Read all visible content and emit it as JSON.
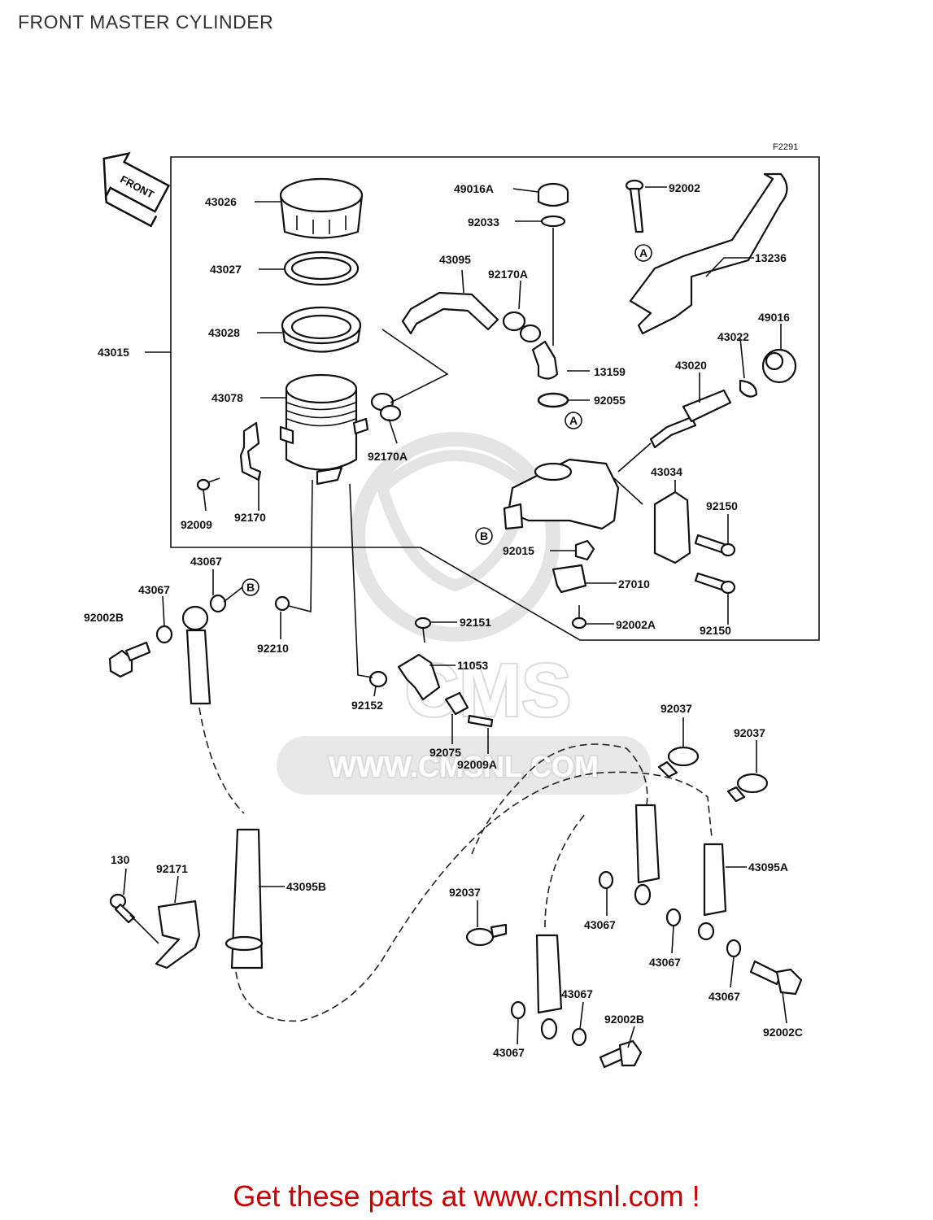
{
  "title": "FRONT MASTER CYLINDER",
  "figure_code": "F2291",
  "front_label": "FRONT",
  "watermark": {
    "brand": "CMS",
    "url": "WWW.CMSNL.COM"
  },
  "footer": {
    "text": "Get these parts at www.cmsnl.com !",
    "color": "#cc0000"
  },
  "callout_markers": {
    "a": "A",
    "b": "B"
  },
  "parts": {
    "p43026": "43026",
    "p43027": "43027",
    "p43028": "43028",
    "p43015": "43015",
    "p43078": "43078",
    "p92009": "92009",
    "p92170": "92170",
    "p43095": "43095",
    "p92170a_upper": "92170A",
    "p92170a_lower": "92170A",
    "p49016a": "49016A",
    "p92033": "92033",
    "p13159": "13159",
    "p92055": "92055",
    "p92002": "92002",
    "p13236": "13236",
    "p49016": "49016",
    "p43022": "43022",
    "p43020": "43020",
    "p43034": "43034",
    "p92150_upper": "92150",
    "p92150_lower": "92150",
    "p92015": "92015",
    "p27010": "27010",
    "p92002a": "92002A",
    "p43067_top": "43067",
    "p43067_left": "43067",
    "p92002b_left": "92002B",
    "p92210": "92210",
    "p92151": "92151",
    "p11053": "11053",
    "p92152": "92152",
    "p92075": "92075",
    "p92009a": "92009A",
    "p92037_a": "92037",
    "p92037_b": "92037",
    "p92037_c": "92037",
    "p43095a": "43095A",
    "p43095b": "43095B",
    "p130": "130",
    "p92171": "92171",
    "p43067_r1": "43067",
    "p43067_r2": "43067",
    "p43067_r3": "43067",
    "p43067_b1": "43067",
    "p43067_b2": "43067",
    "p92002b_bottom": "92002B",
    "p92002c": "92002C"
  }
}
